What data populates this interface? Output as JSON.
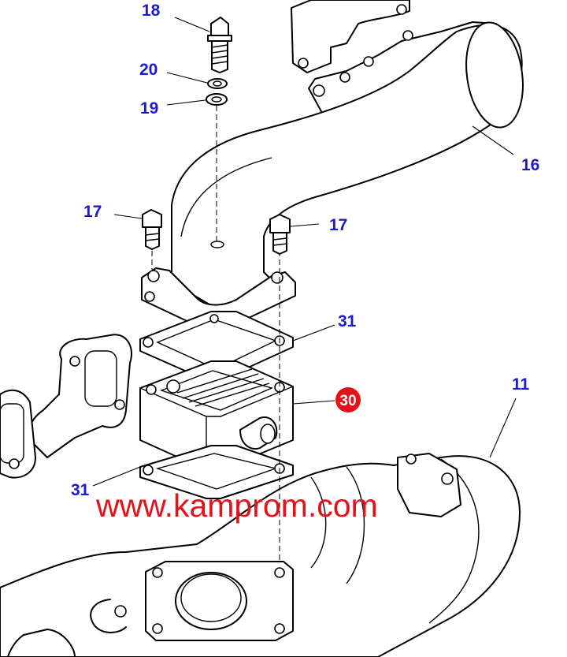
{
  "callouts": {
    "c18": "18",
    "c20": "20",
    "c19": "19",
    "c16": "16",
    "c17_left": "17",
    "c17_right": "17",
    "c31_top": "31",
    "c30": "30",
    "c11": "11",
    "c31_bottom": "31"
  },
  "watermark": "www.kamprom.com",
  "colors": {
    "callout_text": "#1a1ad0",
    "highlight_badge": "#e1121a",
    "watermark": "#e1121a",
    "line": "#000000",
    "background": "#ffffff"
  }
}
